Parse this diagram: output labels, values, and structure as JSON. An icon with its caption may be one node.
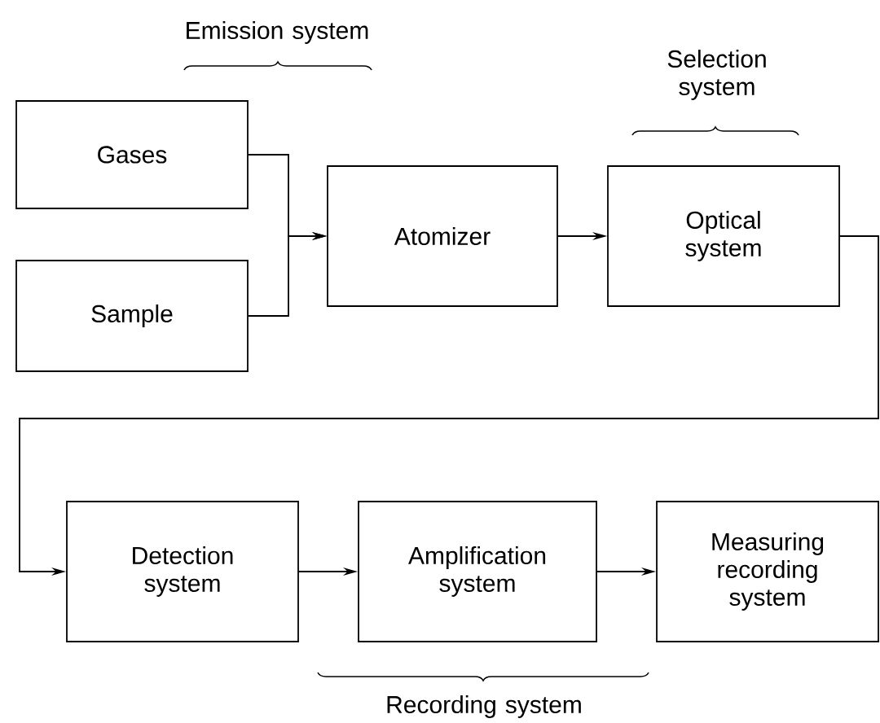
{
  "diagram": {
    "nodes": [
      {
        "text": [
          "Gases"
        ]
      },
      {
        "text": [
          "Sample"
        ]
      },
      {
        "text": [
          "Atomizer"
        ]
      },
      {
        "text": [
          "Optical system"
        ]
      },
      {
        "text": [
          "Detection system"
        ]
      },
      {
        "text": [
          "Amplification system"
        ]
      },
      {
        "text": [
          "Measuring recording system"
        ]
      }
    ],
    "edges": [
      {
        "from": 0,
        "to": 2,
        "arrow": "to"
      },
      {
        "from": 1,
        "to": 2,
        "arrow": "to"
      },
      {
        "from": 2,
        "to": 3,
        "arrow": "to"
      },
      {
        "from": 3,
        "to": 4,
        "arrow": "to"
      },
      {
        "from": 4,
        "to": 5,
        "arrow": "to"
      },
      {
        "from": 5,
        "to": 6,
        "arrow": "to"
      }
    ],
    "labels": [
      "Emission system",
      "Selection system",
      "Recording system"
    ]
  }
}
